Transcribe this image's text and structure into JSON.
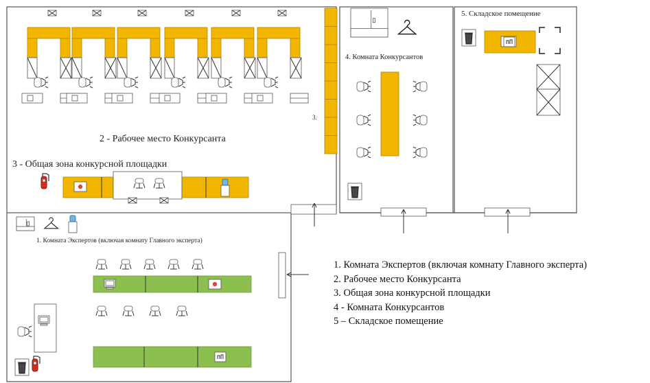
{
  "labels": {
    "workplace": "2 - Рабочее место Конкурсанта",
    "common_zone": "3 - Общая зона конкурсной площадки",
    "common_short": "3.",
    "contestants_room": "4. Комната Конкурсантов",
    "storage": "5. Складское помещение",
    "experts_room": "1. Комната Экспертов (включая комнату Главного эксперта)"
  },
  "legend": [
    "1.  Комната Экспертов (включая комнату Главного эксперта)",
    "2. Рабочее место Конкурсанта",
    "3. Общая зона конкурсной площадки",
    "4 - Комната Конкурсантов",
    "5 – Складское помещение"
  ],
  "colors": {
    "desk_yellow": "#f2b600",
    "desk_green": "#8cbf4f",
    "wall": "#555555",
    "extinguisher": "#d62a1e"
  },
  "icons": [
    "window-icon",
    "chair-icon",
    "trash-icon",
    "extinguisher-icon",
    "cabinet-icon",
    "hanger-icon",
    "water-cooler-icon",
    "computer-icon",
    "printer-icon",
    "door-arrow-icon"
  ]
}
